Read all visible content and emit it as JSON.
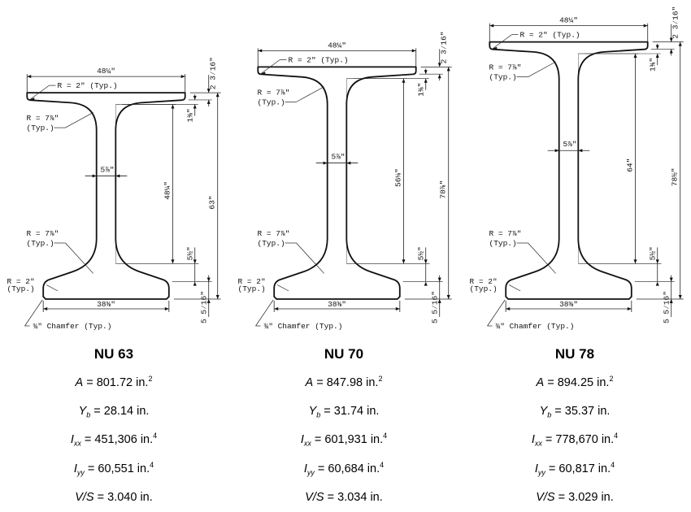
{
  "girders": [
    {
      "name": "NU 63",
      "height_in": 63,
      "web_height_in": 48.25,
      "labels": {
        "top_width": "48¼″",
        "top_radius": "R = 2″ (Typ.)",
        "fillet_r": "R = 7⅞″",
        "typ": "(Typ.)",
        "top_flange": "2 3⁄16″",
        "top_taper": "1⅜″",
        "web_width": "5⅞″",
        "web_height": "48¼″",
        "total_height": "63″",
        "bottom_taper": "5½″",
        "bottom_flange": "5 5⁄16″",
        "bottom_width": "38⅜″",
        "bottom_radius": "R = 2″",
        "chamfer": "¾″ Chamfer (Typ.)"
      },
      "props": [
        {
          "var": "A",
          "sub": "",
          "text": " = 801.72 in.",
          "sup": "2"
        },
        {
          "var": "Y",
          "sub": "b",
          "text": " = 28.14 in.",
          "sup": ""
        },
        {
          "var": "I",
          "sub": "xx",
          "text": " = 451,306 in.",
          "sup": "4"
        },
        {
          "var": "I",
          "sub": "yy",
          "text": " = 60,551 in.",
          "sup": "4"
        },
        {
          "var": "V/S",
          "sub": "",
          "text": " = 3.040 in.",
          "sup": ""
        }
      ]
    },
    {
      "name": "NU 70",
      "height_in": 70.875,
      "web_height_in": 56.125,
      "labels": {
        "top_width": "48¼″",
        "top_radius": "R = 2″ (Typ.)",
        "fillet_r": "R = 7⅞″",
        "typ": "(Typ.)",
        "top_flange": "2 3⁄16″",
        "top_taper": "1⅜″",
        "web_width": "5⅞″",
        "web_height": "56⅛″",
        "total_height": "70⅞″",
        "bottom_taper": "5½″",
        "bottom_flange": "5 5⁄16″",
        "bottom_width": "38⅜″",
        "bottom_radius": "R = 2″",
        "chamfer": "¾″ Chamfer (Typ.)"
      },
      "props": [
        {
          "var": "A",
          "sub": "",
          "text": " = 847.98 in.",
          "sup": "2"
        },
        {
          "var": "Y",
          "sub": "b",
          "text": " = 31.74 in.",
          "sup": ""
        },
        {
          "var": "I",
          "sub": "xx",
          "text": " = 601,931 in.",
          "sup": "4"
        },
        {
          "var": "I",
          "sub": "yy",
          "text": " = 60,684 in.",
          "sup": "4"
        },
        {
          "var": "V/S",
          "sub": "",
          "text": " = 3.034 in.",
          "sup": ""
        }
      ]
    },
    {
      "name": "NU 78",
      "height_in": 78.5,
      "web_height_in": 64,
      "labels": {
        "top_width": "48¼″",
        "top_radius": "R = 2″ (Typ.)",
        "fillet_r": "R = 7⅞″",
        "typ": "(Typ.)",
        "top_flange": "2 3⁄16″",
        "top_taper": "1⅜″",
        "web_width": "5⅞″",
        "web_height": "64″",
        "total_height": "78½″",
        "bottom_taper": "5½″",
        "bottom_flange": "5 5⁄16″",
        "bottom_width": "38⅜″",
        "bottom_radius": "R = 2″",
        "chamfer": "¾″ Chamfer (Typ.)"
      },
      "props": [
        {
          "var": "A",
          "sub": "",
          "text": " = 894.25 in.",
          "sup": "2"
        },
        {
          "var": "Y",
          "sub": "b",
          "text": " = 35.37 in.",
          "sup": ""
        },
        {
          "var": "I",
          "sub": "xx",
          "text": " = 778,670 in.",
          "sup": "4"
        },
        {
          "var": "I",
          "sub": "yy",
          "text": " = 60,817 in.",
          "sup": "4"
        },
        {
          "var": "V/S",
          "sub": "",
          "text": " = 3.029 in.",
          "sup": ""
        }
      ]
    }
  ]
}
